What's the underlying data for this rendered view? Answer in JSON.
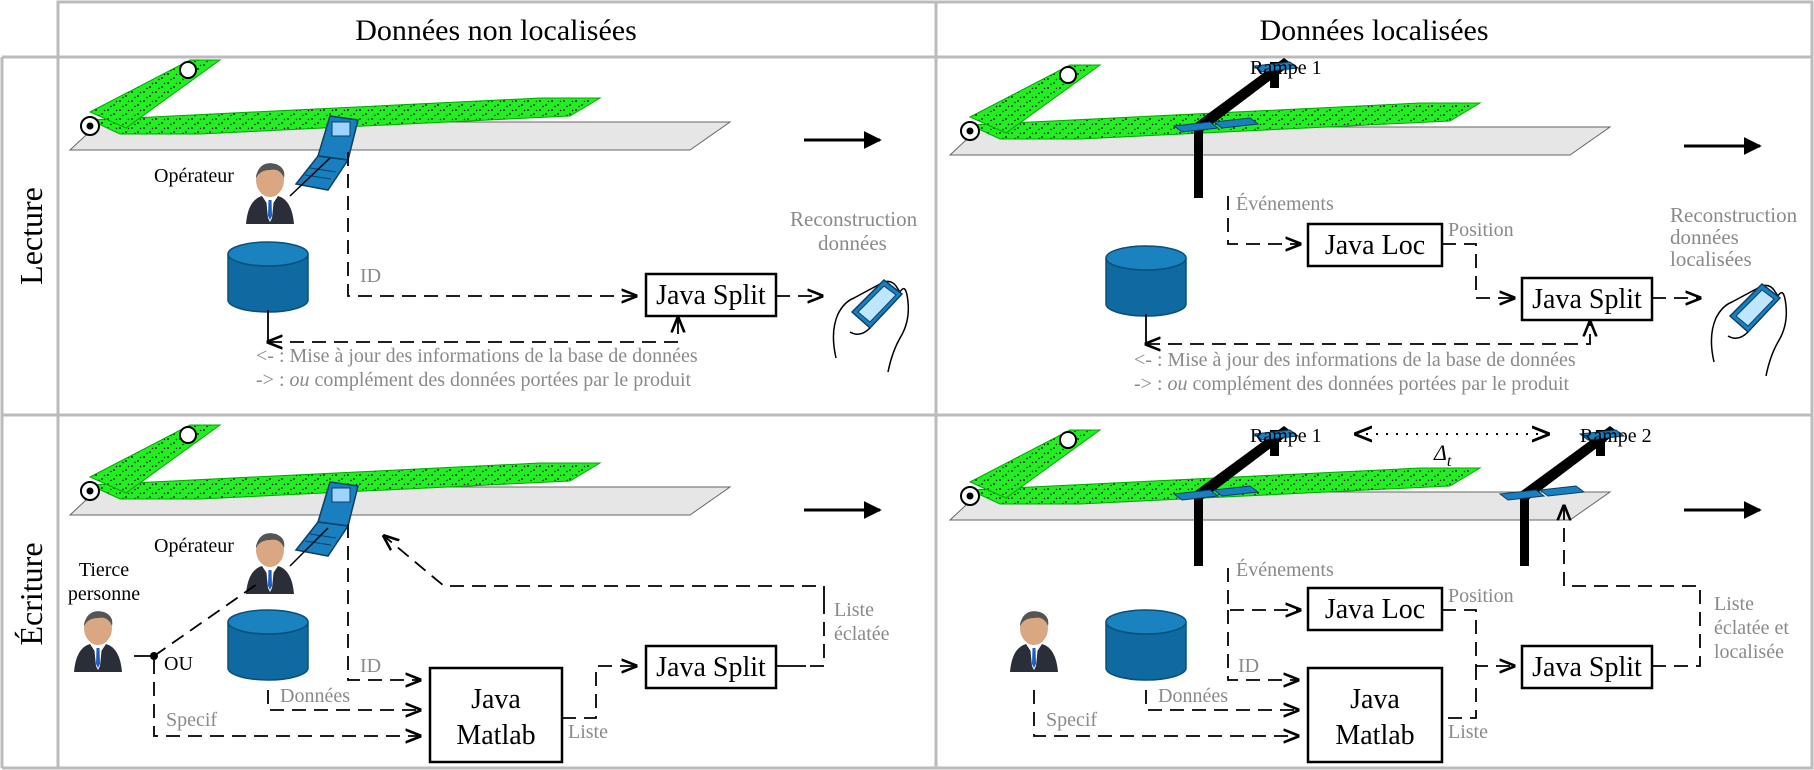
{
  "columns": [
    "Données non localisées",
    "Données localisées"
  ],
  "rows": [
    "Lecture",
    "Écriture"
  ],
  "lecture_left": {
    "operator": "Opérateur",
    "id_label": "ID",
    "split_box": "Java Split",
    "output": [
      "Reconstruction",
      "données"
    ],
    "legend": [
      "<- : Mise à jour des informations de la base de données",
      "-> : ",
      "ou",
      " complément des données portées par le produit"
    ]
  },
  "lecture_right": {
    "rampe": "Rampe 1",
    "events": "Événements",
    "loc_box": "Java Loc",
    "position": "Position",
    "split_box": "Java Split",
    "output": [
      "Reconstruction",
      "données",
      "localisées"
    ],
    "legend": [
      "<- : Mise à jour des informations de la base de données",
      "-> : ",
      "ou",
      " complément des données portées par le produit"
    ]
  },
  "ecriture_left": {
    "operator": "Opérateur",
    "third_party": [
      "Tierce",
      "personne"
    ],
    "ou": "OU",
    "id_label": "ID",
    "donnees": "Données",
    "specif": "Specif",
    "matlab_box": [
      "Java",
      "Matlab"
    ],
    "liste": "Liste",
    "split_box": "Java Split",
    "liste_eclatee": [
      "Liste",
      "éclatée"
    ]
  },
  "ecriture_right": {
    "rampe1": "Rampe 1",
    "rampe2": "Rampe 2",
    "delta": "Δ",
    "delta_sub": "t",
    "events": "Événements",
    "loc_box": "Java Loc",
    "position": "Position",
    "id_label": "ID",
    "donnees": "Données",
    "specif": "Specif",
    "matlab_box": [
      "Java",
      "Matlab"
    ],
    "liste": "Liste",
    "split_box": "Java Split",
    "liste_eclatee": [
      "Liste",
      "éclatée et",
      "localisée"
    ]
  },
  "colors": {
    "material": "#22ee22",
    "sheet": "#e6e6e6",
    "device": "#1a7fbf",
    "database": "#0e6aa0",
    "grid": "#bbbbbb",
    "label_gray": "#8a8a8a"
  }
}
